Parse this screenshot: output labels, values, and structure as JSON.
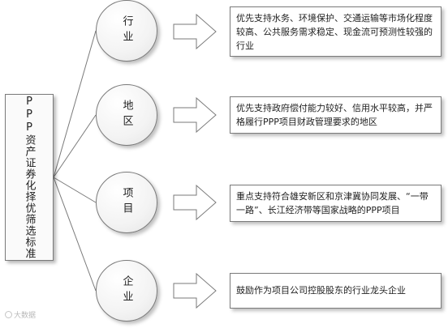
{
  "diagram": {
    "root_label": "PPP资产证券化择优筛选标准",
    "branches": [
      {
        "label": "行业",
        "criteria": "优先支持水务、环境保护、交通运输等市场化程度较高、公共服务需求稳定、现金流可预测性较强的行业"
      },
      {
        "label": "地区",
        "criteria": "优先支持政府偿付能力较好、信用水平较高，并严格履行PPP项目财政管理要求的地区"
      },
      {
        "label": "项目",
        "criteria": "重点支持符合雄安新区和京津冀协同发展、“一带一路”、长江经济带等国家战略的PPP项目"
      },
      {
        "label": "企业",
        "criteria": "鼓励作为项目公司控股股东的行业龙头企业"
      }
    ]
  },
  "watermark": {
    "text": "大数据"
  },
  "colors": {
    "line": "#7a7a7a",
    "fill": "#ffffff",
    "text": "#222222"
  }
}
